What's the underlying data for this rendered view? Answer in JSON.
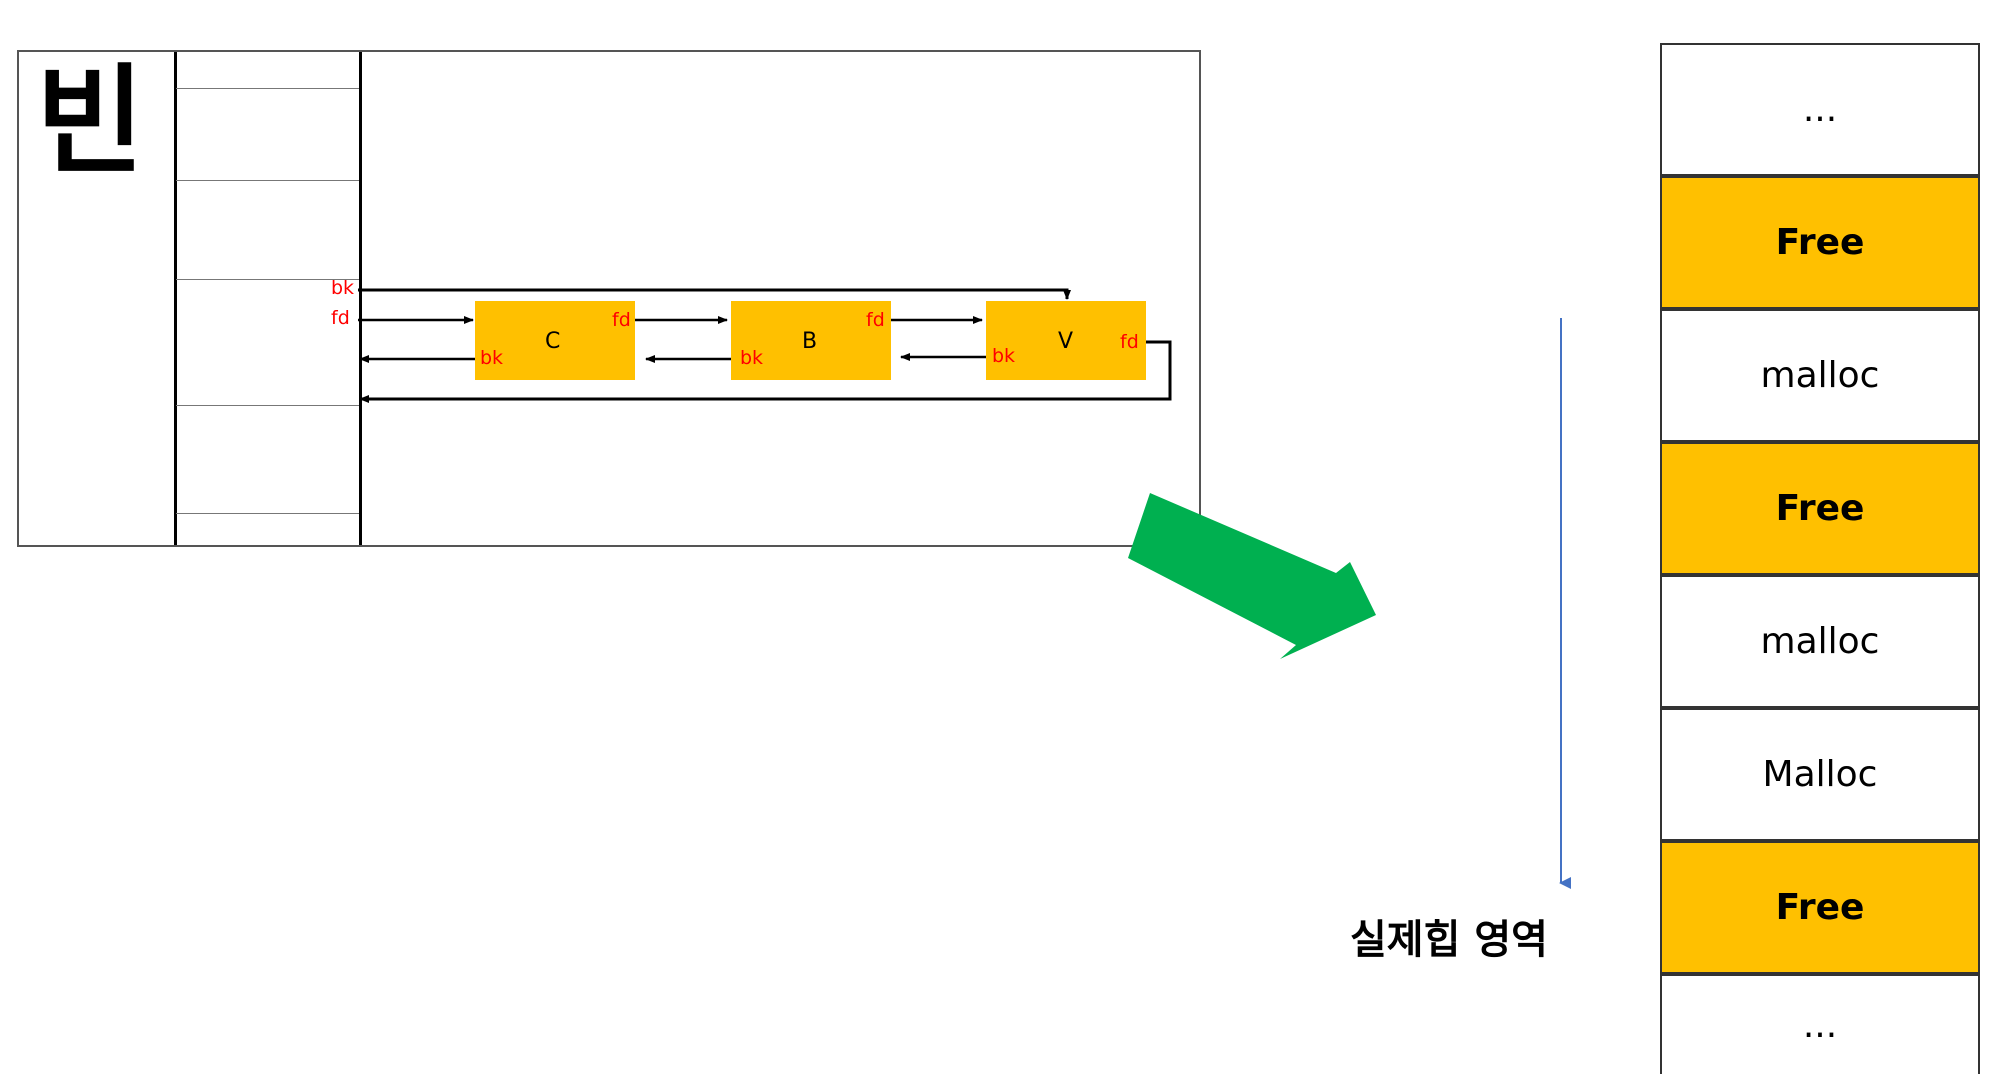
{
  "bin": {
    "title": "빈",
    "head_labels": {
      "bk": "bk",
      "fd": "fd"
    },
    "chunks": [
      {
        "name": "C",
        "fd": "fd",
        "bk": "bk"
      },
      {
        "name": "B",
        "fd": "fd",
        "bk": "bk"
      },
      {
        "name": "V",
        "fd": "fd",
        "bk": "bk"
      }
    ]
  },
  "heap": {
    "label": "실제힙 영역",
    "cells": [
      {
        "text": "...",
        "state": "other"
      },
      {
        "text": "Free",
        "state": "free"
      },
      {
        "text": "malloc",
        "state": "alloc"
      },
      {
        "text": "Free",
        "state": "free"
      },
      {
        "text": "malloc",
        "state": "alloc"
      },
      {
        "text": "Malloc",
        "state": "alloc"
      },
      {
        "text": "Free",
        "state": "free"
      },
      {
        "text": "...",
        "state": "other"
      }
    ]
  },
  "colors": {
    "chunk_fill": "#ffc000",
    "pointer_label": "#ff0000",
    "transition_arrow": "#00b050",
    "direction_arrow": "#4472c4"
  }
}
